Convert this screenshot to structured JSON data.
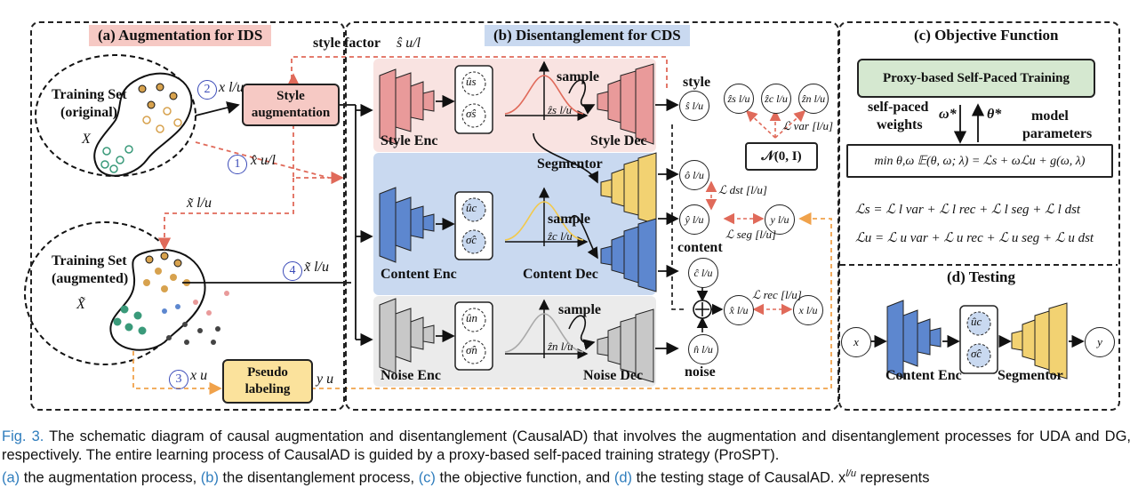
{
  "panel_a": {
    "title": "(a) Augmentation for IDS",
    "training_original_l1": "Training Set",
    "training_original_l2": "(original)",
    "X": "X",
    "style_aug_l1": "Style",
    "style_aug_l2": "augmentation",
    "style_factor": "style factor",
    "style_factor_math": "ŝ u/l",
    "step1": "1",
    "step1_math": "x̂ u/l",
    "step2": "2",
    "step2_math": "x l/u",
    "step3": "3",
    "step3_math": "x u",
    "step4": "4",
    "step4_math": "x̃ l/u",
    "tilde_x": "x̃ l/u",
    "training_aug_l1": "Training Set",
    "training_aug_l2": "(augmented)",
    "X_tilde": "X̃",
    "pseudo_l1": "Pseudo",
    "pseudo_l2": "labeling",
    "y_u": "y u"
  },
  "panel_b": {
    "title": "(b) Disentanglement for CDS",
    "style_enc": "Style Enc",
    "content_enc": "Content Enc",
    "noise_enc": "Noise Enc",
    "style_dec": "Style Dec",
    "content_dec": "Content Dec",
    "noise_dec": "Noise Dec",
    "segmentor": "Segmentor",
    "sample": "sample",
    "style": "style",
    "content": "content",
    "noise": "noise",
    "u_s": "ûs",
    "sig_s": "σ̂s",
    "u_c": "ûc",
    "sig_c": "σ̂c",
    "u_n": "ûn",
    "sig_n": "σ̂n",
    "z_s": "ẑs l/u",
    "z_c": "ẑc l/u",
    "z_n": "ẑn l/u",
    "s_hat": "ŝ l/u",
    "o_hat": "ô l/u",
    "y_hat": "ŷ l/u",
    "c_hat": "ĉ l/u",
    "n_hat": "n̂ l/u",
    "x_hat": "x̂ l/u",
    "x_node": "x l/u",
    "y_node": "y l/u",
    "zs_node": "ẑs l/u",
    "zc_node": "ẑc l/u",
    "zn_node": "ẑn l/u",
    "normal": "𝒩(0, I)",
    "L_var": "ℒ var [l/u]",
    "L_dst": "ℒ dst [l/u]",
    "L_seg": "ℒ seg [l/u]",
    "L_rec": "ℒ rec [l/u]"
  },
  "panel_c": {
    "title": "(c) Objective Function",
    "prost": "Proxy-based Self-Paced Training",
    "weights_l1": "self-paced",
    "weights_l2": "weights",
    "omega": "ω*",
    "theta": "θ*",
    "model_l1": "model",
    "model_l2": "parameters",
    "objective": "min θ,ω 𝔼(θ, ω; λ) = ℒs + ωℒu + g(ω, λ)",
    "Ls": "ℒs = ℒ l var + ℒ l rec + ℒ l seg + ℒ l dst",
    "Lu": "ℒu = ℒ u var + ℒ u rec + ℒ u seg + ℒ u dst"
  },
  "panel_d": {
    "title": "(d) Testing",
    "x": "x",
    "y": "y",
    "content_enc": "Content Enc",
    "segmentor": "Segmentor",
    "u_c": "ûc",
    "sig_c": "σ̂c"
  },
  "caption": {
    "fig": "Fig. 3.",
    "text1": "The schematic diagram of causal augmentation and disentanglement (CausalAD) that involves the augmentation and disentanglement processes for UDA and DG, respectively. The entire learning process of CausalAD is guided by a proxy-based self-paced training strategy (ProSPT).",
    "ref_a": "(a)",
    "text_a": " the augmentation process, ",
    "ref_b": "(b)",
    "text_b": " the disentanglement process, ",
    "ref_c": "(c)",
    "text_c": " the objective function, and ",
    "ref_d": "(d)",
    "text_d": " the testing stage of CausalAD. x",
    "text_end": " represents"
  },
  "colors": {
    "style_bg": "#f9e3e1",
    "content_bg": "#c9d9f0",
    "noise_bg": "#ebebeb",
    "style_enc": "#e99a9a",
    "content_enc": "#5d87cf",
    "noise_enc": "#c8c8c8",
    "segmentor": "#f2d272",
    "prost": "#d5e8d0",
    "pseudo": "#fbe29c",
    "arrow_red": "#e06a5a",
    "arrow_orange": "#f0a24b",
    "caption_blue": "#2f7dbd"
  }
}
